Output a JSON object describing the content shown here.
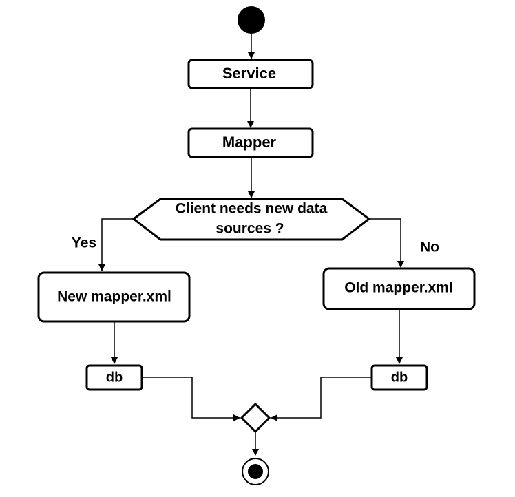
{
  "diagram": {
    "nodes": {
      "service": "Service",
      "mapper": "Mapper",
      "decision_line1": "Client needs new data",
      "decision_line2": "sources ?",
      "new_mapper": "New mapper.xml",
      "old_mapper": "Old mapper.xml",
      "db_left": "db",
      "db_right": "db"
    },
    "edges": {
      "yes": "Yes",
      "no": "No"
    }
  }
}
